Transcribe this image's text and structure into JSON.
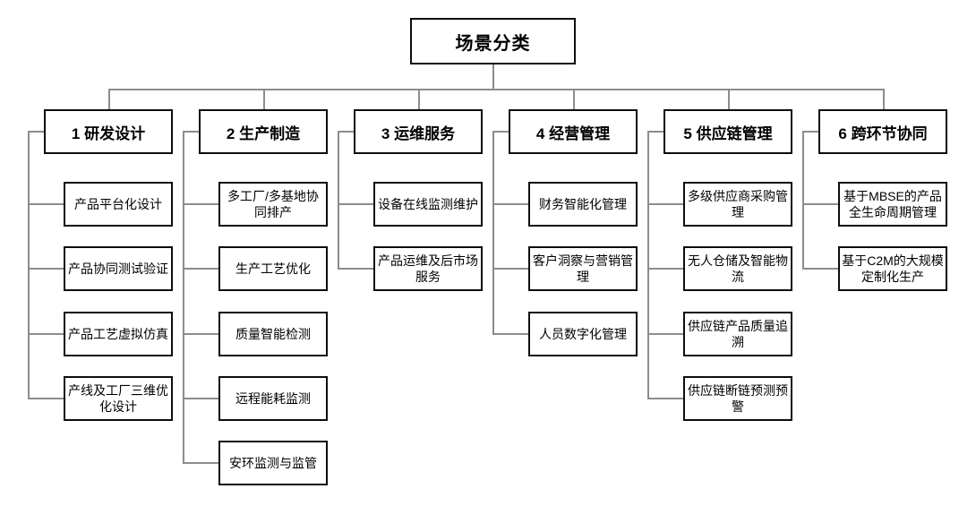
{
  "diagram": {
    "root_label": "场景分类",
    "branches": [
      {
        "label": "1 研发设计",
        "children": [
          "产品平台化设计",
          "产品协同测试验证",
          "产品工艺虚拟仿真",
          "产线及工厂三维优化设计"
        ]
      },
      {
        "label": "2 生产制造",
        "children": [
          "多工厂/多基地协同排产",
          "生产工艺优化",
          "质量智能检测",
          "远程能耗监测",
          "安环监测与监管"
        ]
      },
      {
        "label": "3 运维服务",
        "children": [
          "设备在线监测维护",
          "产品运维及后市场服务"
        ]
      },
      {
        "label": "4 经营管理",
        "children": [
          "财务智能化管理",
          "客户洞察与营销管理",
          "人员数字化管理"
        ]
      },
      {
        "label": "5 供应链管理",
        "children": [
          "多级供应商采购管理",
          "无人仓储及智能物流",
          "供应链产品质量追溯",
          "供应链断链预测预警"
        ]
      },
      {
        "label": "6 跨环节协同",
        "children": [
          "基于MBSE的产品全生命周期管理",
          "基于C2M的大规模定制化生产"
        ]
      }
    ],
    "colors": {
      "background": "#ffffff",
      "box_fill": "#ffffff",
      "box_border": "#0d0d0d",
      "connector": "#8c8c8c",
      "text": "#000000"
    }
  }
}
